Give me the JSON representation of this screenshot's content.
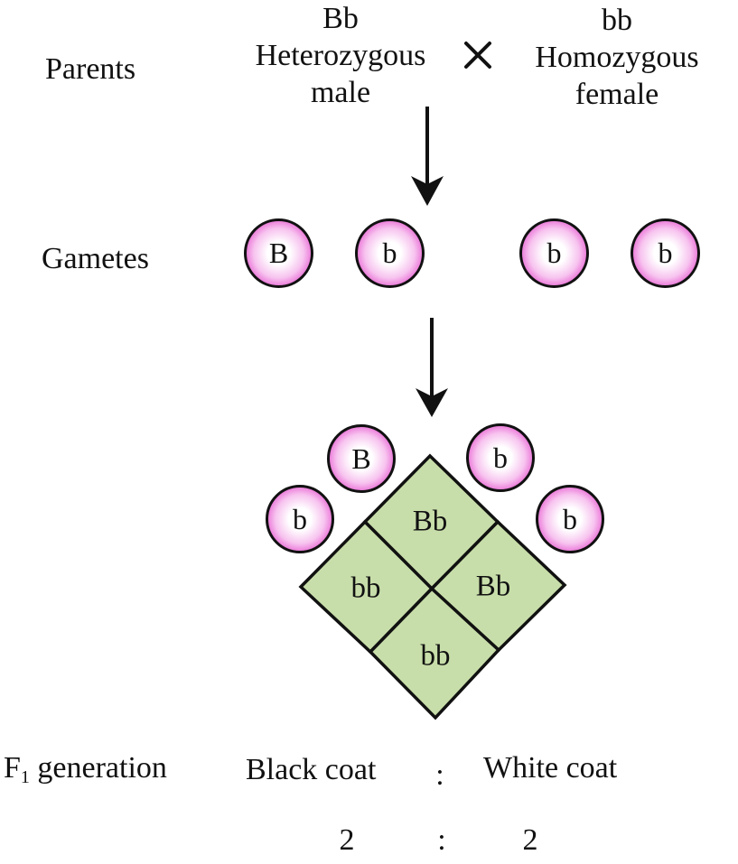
{
  "parents": {
    "label": "Parents",
    "male": {
      "genotype": "Bb",
      "line2": "Heterozygous",
      "line3": "male"
    },
    "cross_symbol": "×",
    "female": {
      "genotype": "bb",
      "line2": "Homozygous",
      "line3": "female"
    }
  },
  "gametes": {
    "label": "Gametes",
    "male": [
      "B",
      "b"
    ],
    "female": [
      "b",
      "b"
    ]
  },
  "punnett": {
    "male_gametes": [
      "B",
      "b"
    ],
    "female_gametes": [
      "b",
      "b"
    ],
    "cells": {
      "top": "Bb",
      "left": "bb",
      "right": "Bb",
      "bottom": "bb"
    },
    "fill_color": "#c8deaa"
  },
  "f1": {
    "label_main": "F",
    "label_sub": "1",
    "label_rest": " generation",
    "phenotype_1": "Black coat",
    "separator": ":",
    "phenotype_2": "White coat",
    "count_1": "2",
    "count_separator": ":",
    "count_2": "2"
  }
}
